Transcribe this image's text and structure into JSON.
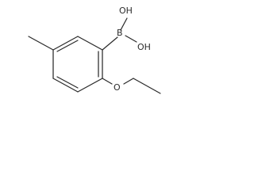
{
  "molecule": {
    "atoms": {
      "boron": "B",
      "hydroxyl_top": "OH",
      "hydroxyl_bottom": "OH",
      "ether_oxygen": "O"
    }
  }
}
